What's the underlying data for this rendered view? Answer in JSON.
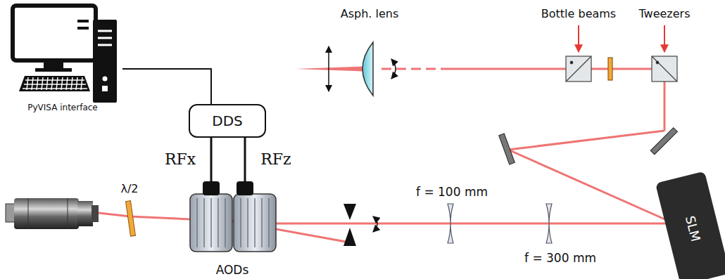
{
  "diagram": {
    "nodes": [
      {
        "text": [
          "PyVISA interface"
        ]
      },
      {
        "text": [
          "DDS"
        ]
      },
      {
        "text": [
          "AODs"
        ]
      },
      {
        "text": [
          "SLM"
        ]
      }
    ],
    "edges": [
      {
        "from": 0,
        "to": 1,
        "arrow": "none"
      },
      {
        "from": 1,
        "to": 2,
        "label": "RFx",
        "arrow": "none"
      },
      {
        "from": 1,
        "to": 2,
        "label": "RFz",
        "arrow": "none"
      }
    ],
    "labels": [
      "Asph. lens",
      "Bottle beams",
      "Tweezers",
      "λ/2",
      "f = 100 mm",
      "f = 300 mm"
    ]
  }
}
